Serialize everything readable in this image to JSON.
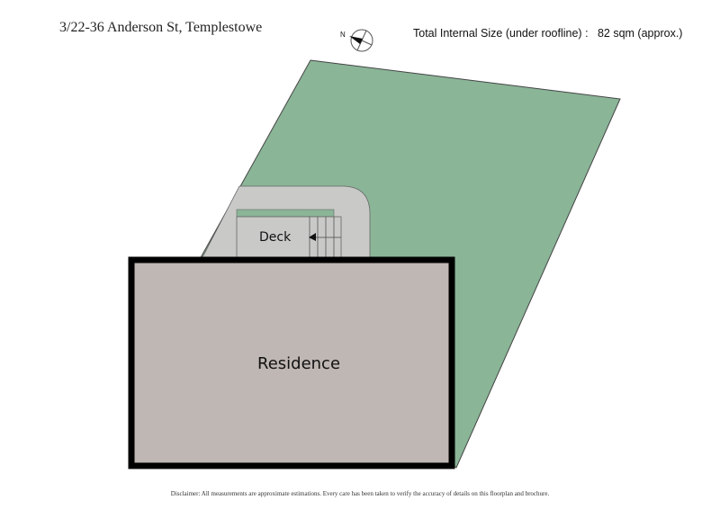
{
  "header": {
    "address": "3/22-36 Anderson St, Templestowe",
    "total_size_label": "Total Internal Size (under roofline) :",
    "total_size_value": "82 sqm (approx.)"
  },
  "compass": {
    "north_label": "N",
    "icon": "compass-icon"
  },
  "plan": {
    "rooms": [
      {
        "label": "Deck"
      },
      {
        "label": "Residence"
      }
    ],
    "colors": {
      "lot": "#8ab597",
      "path": "#c9cac8",
      "deck": "#c9cac8",
      "residence": "#bfb7b3",
      "walls": "#000000"
    }
  },
  "footer": {
    "disclaimer": "Disclaimer: All measurements are approximate estimations. Every care has been taken to verify the accuracy of details on this floorplan and brochure."
  }
}
